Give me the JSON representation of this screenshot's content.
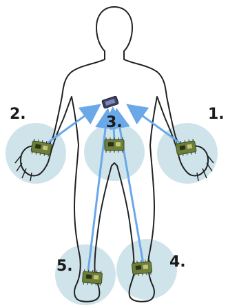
{
  "labels": {
    "n1": "1.",
    "n2": "2.",
    "n3": "3.",
    "n4": "4.",
    "n5": "5."
  },
  "colors": {
    "halo": "#cfe4ea",
    "arrow": "#6aa8e8",
    "outline": "#222222",
    "sensor_board": "#6b7f3a",
    "hub": "#3a3f5c"
  },
  "icons": {
    "sensor": "sensor-board-icon",
    "hub": "hub-device-icon"
  }
}
